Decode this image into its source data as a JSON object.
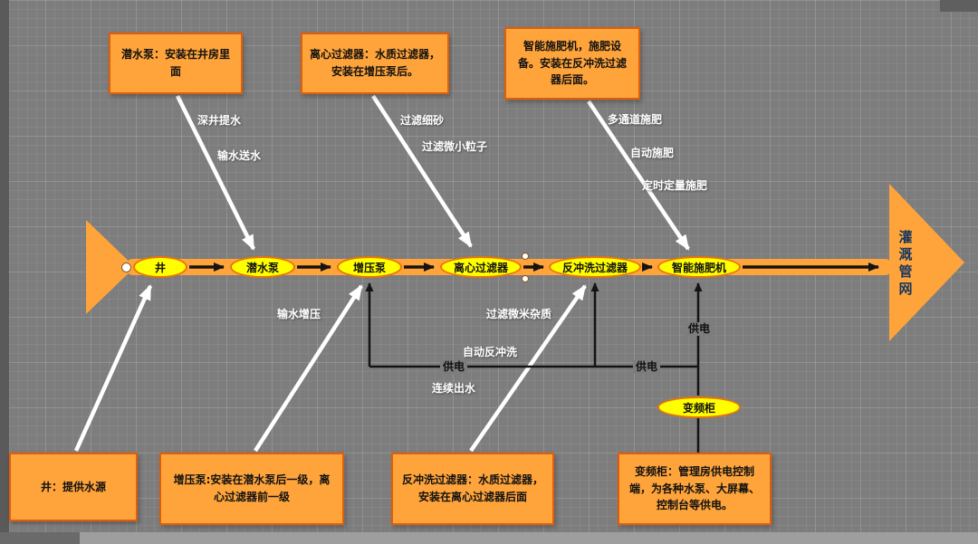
{
  "diagram": {
    "head_label": "灌溉管网",
    "nodes": [
      {
        "label": "井"
      },
      {
        "label": "潜水泵"
      },
      {
        "label": "增压泵"
      },
      {
        "label": "离心过滤器"
      },
      {
        "label": "反冲洗过滤器"
      },
      {
        "label": "智能施肥机"
      }
    ],
    "cabinet_label": "变频柜",
    "top_callouts": [
      {
        "text": "潜水泵：安装在井房里面"
      },
      {
        "text": "离心过滤器：水质过滤器，安装在增压泵后。"
      },
      {
        "text": "智能施肥机，施肥设备。安装在反冲洗过滤器后面。"
      }
    ],
    "bottom_callouts": [
      {
        "text": "井：提供水源"
      },
      {
        "text": "增压泵:安装在潜水泵后一级，离心过滤器前一级"
      },
      {
        "text": "反冲洗过滤器：水质过滤器，安装在离心过滤器后面"
      },
      {
        "text": "变频柜：管理房供电控制端，为各种水泵、大屏幕、控制台等供电。"
      }
    ],
    "flow_labels": [
      {
        "text": "深井提水"
      },
      {
        "text": "输水送水"
      },
      {
        "text": "过滤细砂"
      },
      {
        "text": "过滤微小粒子"
      },
      {
        "text": "多通道施肥"
      },
      {
        "text": "自动施肥"
      },
      {
        "text": "定时定量施肥"
      },
      {
        "text": "输水增压"
      },
      {
        "text": "过滤微米杂质"
      },
      {
        "text": "自动反冲洗"
      },
      {
        "text": "连续出水"
      }
    ],
    "power_labels": [
      {
        "text": "供电"
      },
      {
        "text": "供电"
      },
      {
        "text": "供电"
      }
    ],
    "colors": {
      "background": "#7d7d7d",
      "shape_fill": "#ffa43b",
      "shape_border": "#e05e0a",
      "node_fill": "#ffff00",
      "node_border": "#e8740a",
      "connector_white": "#ffffff",
      "connector_black": "#141414",
      "head_text": "#17375e"
    }
  }
}
